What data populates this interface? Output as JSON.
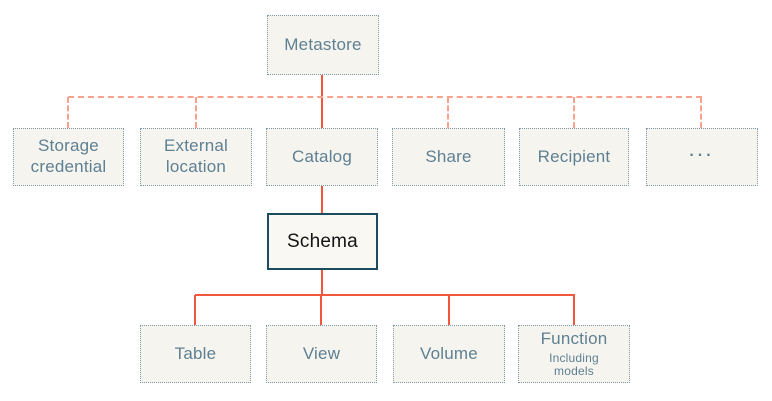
{
  "diagram": {
    "name": "metastore-object-hierarchy",
    "nodes": {
      "metastore": "Metastore",
      "storage_credential": "Storage credential",
      "external_location": "External location",
      "catalog": "Catalog",
      "share": "Share",
      "recipient": "Recipient",
      "ellipsis": "...",
      "schema": "Schema",
      "table": "Table",
      "view": "View",
      "volume": "Volume",
      "function": "Function",
      "function_note": "Including models"
    }
  },
  "colors": {
    "accent_solid": "#F2573C",
    "accent_dashed": "#F9A28E",
    "box_border": "#7E98A6",
    "box_fill": "#F6F4EE",
    "label_color": "#5E8093",
    "schema_border": "#1C4D5E",
    "schema_text": "#141414",
    "page_bg": "#FFFFFF"
  }
}
